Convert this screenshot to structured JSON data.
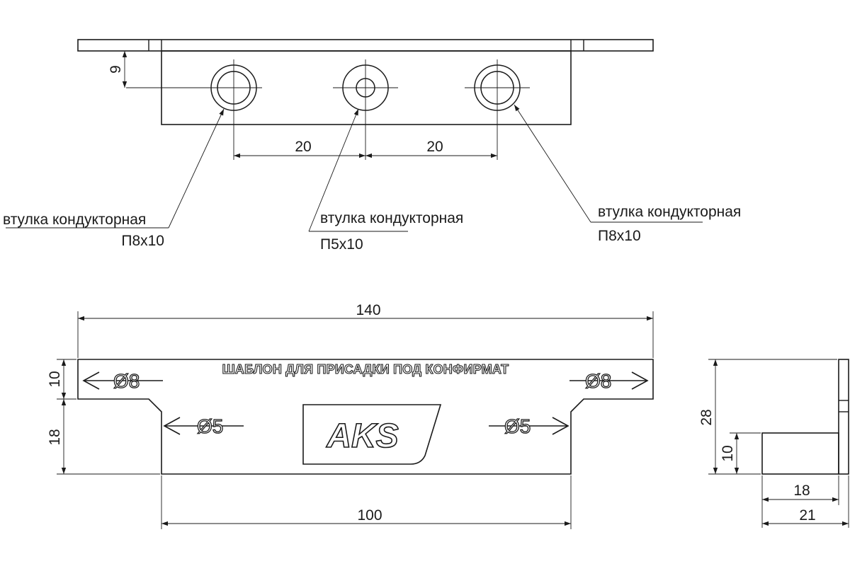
{
  "top_view": {
    "dims": {
      "height_9": "9",
      "spacing_left": "20",
      "spacing_right": "20"
    },
    "callouts": [
      {
        "name": "втулка кондукторная",
        "size": "П8х10"
      },
      {
        "name": "втулка кондукторная",
        "size": "П5х10"
      },
      {
        "name": "втулка кондукторная",
        "size": "П8х10"
      }
    ]
  },
  "front_view": {
    "engraving": "ШАБЛОН ДЛЯ ПРИСАДКИ ПОД КОНФИРМАТ",
    "marks": {
      "left_top": "Ø8",
      "right_top": "Ø8",
      "left_bottom": "Ø5",
      "right_bottom": "Ø5"
    },
    "logo": "AKS",
    "dims": {
      "overall_width": "140",
      "bottom_width": "100",
      "top_height": "10",
      "bottom_height": "18"
    }
  },
  "side_view": {
    "dims": {
      "total_height": "28",
      "ledge_height": "10",
      "ledge_width": "18",
      "total_width": "21"
    }
  }
}
